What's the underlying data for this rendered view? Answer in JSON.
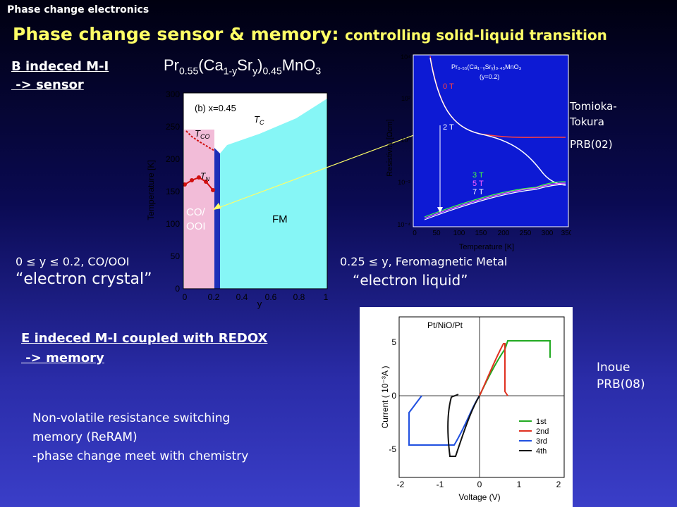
{
  "header": {
    "topic": "Phase change electronics",
    "title_main": "Phase change sensor & memory: ",
    "title_sub": "controlling solid-liquid transition"
  },
  "sensor": {
    "heading": "B indeced M-I",
    "arrow": " -> sensor"
  },
  "formula": {
    "pr": "Pr",
    "pr_sub": "0.55",
    "ca": "(Ca",
    "ca_sub": "1-y",
    "sr": "Sr",
    "sr_sub": "y",
    "close": ")",
    "close_sub": "0.45",
    "rest": "MnO",
    "o_sub": "3"
  },
  "phase_diagram": {
    "ylabel": "Temperature [K]",
    "xlabel": "y",
    "yticks": [
      "0",
      "50",
      "100",
      "150",
      "200",
      "250",
      "300"
    ],
    "xticks": [
      "0",
      "0.2",
      "0.4",
      "0.6",
      "0.8",
      "1"
    ],
    "annotation": "(b) x=0.45",
    "tc_label": "T",
    "tc_sub": "C",
    "tco_label": "T",
    "tco_sub": "CO",
    "tn_label": "T",
    "tn_sub": "N",
    "co_label_1": "CO/",
    "co_label_2": "OOI",
    "fm_label": "FM",
    "colors": {
      "co_region": "#f2bcd8",
      "fm_region": "#86f6f6",
      "gap": "#1d2fb8"
    }
  },
  "resistivity_plot": {
    "ylabel": "Resistivity [Ωcm]",
    "xlabel": "Temperature [K]",
    "xticks": [
      "0",
      "50",
      "100",
      "150",
      "200",
      "250",
      "300",
      "350"
    ],
    "yticks": [
      "10⁴",
      "10²",
      "10⁰",
      "10⁻²",
      "10⁻⁴"
    ],
    "legend_formula": "Pr₀.₅₅(Ca₁₋ᵧSrᵧ)₀.₄₅MnO₃",
    "legend_y": "(y=0.2)",
    "curve_labels": [
      "0 T",
      "2 T",
      "3 T",
      "5 T",
      "7 T"
    ],
    "curve_colors": [
      "#ff4040",
      "#ffffff",
      "#40ff40",
      "#ff60ff",
      "#ffffff"
    ]
  },
  "refs": {
    "tomioka_1": "Tomioka-",
    "tomioka_2": "Tokura",
    "tomioka_prb": "PRB(02)",
    "inoue_1": "Inoue",
    "inoue_2": "PRB(08)"
  },
  "phases": {
    "crystal_cond": "0 ≤ y ≤ 0.2, CO/OOI",
    "crystal_name": "“electron crystal”",
    "liquid_cond": "0.25 ≤ y, Feromagnetic  Metal",
    "liquid_name": "“electron liquid”"
  },
  "memory": {
    "heading": "E indeced M-I coupled with REDOX",
    "arrow": " -> memory",
    "note_1": "Non-volatile resistance switching",
    "note_2": "memory (ReRAM)",
    "note_3": "-phase change meet with chemistry"
  },
  "iv_plot": {
    "device": "Pt/NiO/Pt",
    "ylabel": "Current ( 10⁻³A )",
    "xlabel": "Voltage (V)",
    "xticks": [
      "-2",
      "-1",
      "0",
      "1",
      "2"
    ],
    "yticks": [
      "5",
      "0",
      "-5"
    ],
    "legend": [
      {
        "label": "1st",
        "color": "#22aa22"
      },
      {
        "label": "2nd",
        "color": "#e03020"
      },
      {
        "label": "3rd",
        "color": "#2050e0"
      },
      {
        "label": "4th",
        "color": "#111111"
      }
    ]
  }
}
